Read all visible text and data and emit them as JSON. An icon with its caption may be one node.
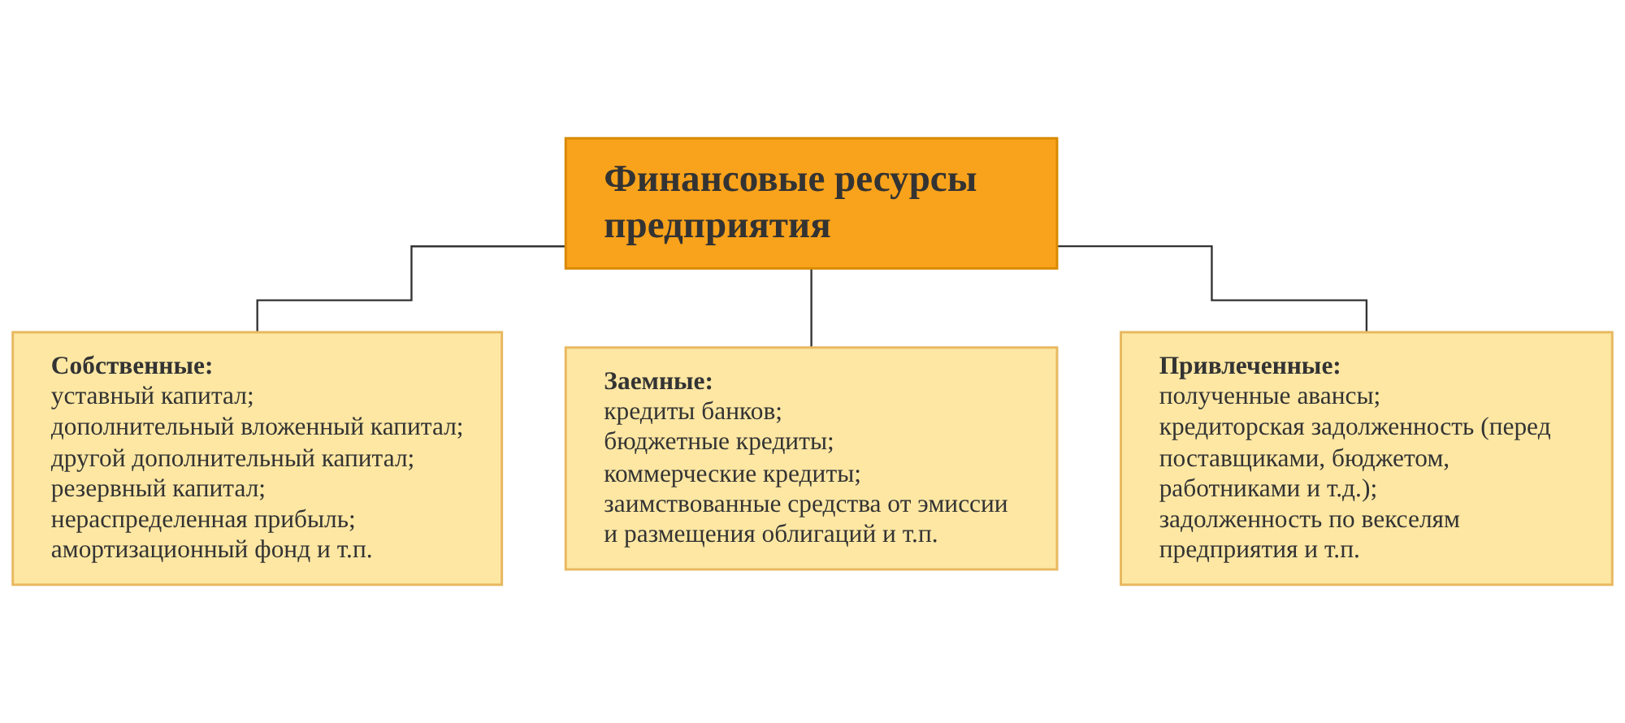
{
  "diagram": {
    "nodes": [
      {
        "text": [
          "Финансовые ресурсы предприятия"
        ]
      },
      {
        "text": [
          "Собственные:",
          "уставный капитал;",
          "дополнительный вложенный капитал;",
          "другой дополнительный капитал;",
          "резервный капитал;",
          "нераспределенная прибыль;",
          "амортизационный фонд и т.п."
        ]
      },
      {
        "text": [
          "Заемные:",
          "кредиты банков;",
          "бюджетные кредиты;",
          "коммерческие кредиты;",
          "заимствованные средства от эмиссии и размещения облигаций и т.п."
        ]
      },
      {
        "text": [
          "Привлеченные:",
          "полученные авансы;",
          "кредиторская задолженность (перед поставщиками, бюджетом, работниками и т.д.);",
          "задолженность по векселям предприятия и т.п."
        ]
      }
    ],
    "edges": [
      {
        "from": 0,
        "to": 1,
        "arrow": "none"
      },
      {
        "from": 0,
        "to": 2,
        "arrow": "none"
      },
      {
        "from": 0,
        "to": 3,
        "arrow": "none"
      }
    ]
  }
}
